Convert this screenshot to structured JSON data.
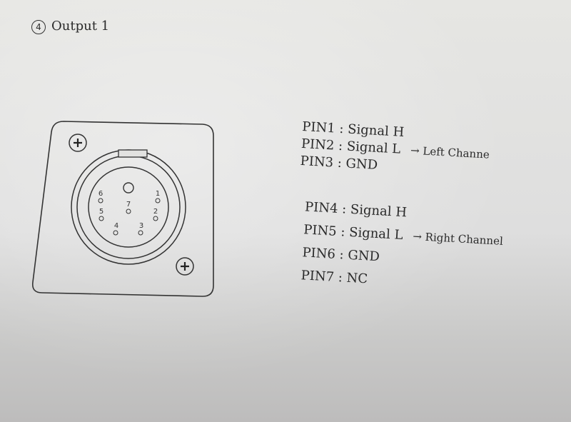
{
  "section": {
    "number": "4",
    "title": "Output 1"
  },
  "connector": {
    "pin_labels": [
      "1",
      "2",
      "3",
      "4",
      "5",
      "6",
      "7"
    ]
  },
  "pinout": {
    "left_group": {
      "pins": [
        {
          "pin": "PIN1",
          "function": "Signal H"
        },
        {
          "pin": "PIN2",
          "function": "Signal L"
        },
        {
          "pin": "PIN3",
          "function": "GND"
        }
      ],
      "channel": "→ Left Channe"
    },
    "right_group": {
      "pins": [
        {
          "pin": "PIN4",
          "function": "Signal H"
        },
        {
          "pin": "PIN5",
          "function": "Signal L"
        },
        {
          "pin": "PIN6",
          "function": "GND"
        },
        {
          "pin": "PIN7",
          "function": "NC"
        }
      ],
      "channel": "→ Right Channel"
    },
    "separator": ":"
  }
}
